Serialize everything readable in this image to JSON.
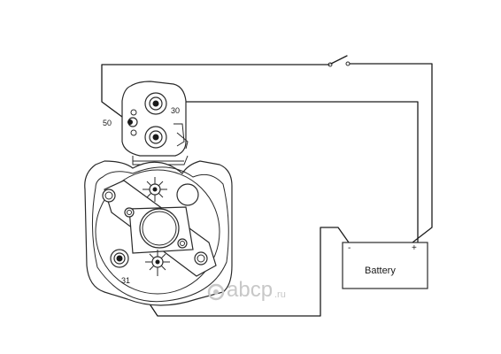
{
  "terminals": {
    "t50": "50",
    "t30": "30",
    "t31": "31"
  },
  "battery": {
    "label": "Battery",
    "minus": "-",
    "plus": "+"
  },
  "watermark": {
    "brand": "abcp",
    "suffix": ".ru"
  }
}
